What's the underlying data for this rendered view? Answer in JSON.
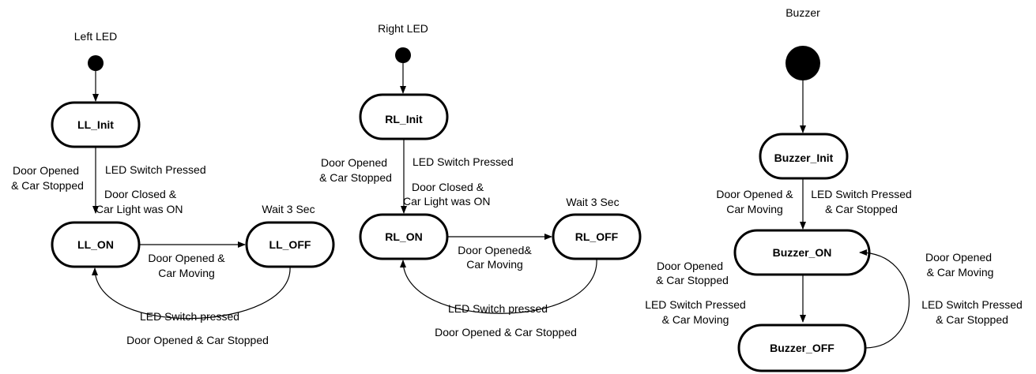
{
  "machines": {
    "left": {
      "title": "Left LED",
      "states": {
        "init": "LL_Init",
        "on": "LL_ON",
        "off": "LL_OFF"
      },
      "labels": {
        "to_init_left": [
          "Door Opened",
          "& Car Stopped"
        ],
        "to_init_right": "LED Switch Pressed",
        "closed": [
          "Door Closed &",
          "Car Light was ON"
        ],
        "wait": "Wait 3 Sec",
        "on_off": [
          "Door Opened &",
          "Car Moving"
        ],
        "back_top": "LED Switch pressed",
        "back_bottom": "Door Opened & Car Stopped"
      }
    },
    "right": {
      "title": "Right LED",
      "states": {
        "init": "RL_Init",
        "on": "RL_ON",
        "off": "RL_OFF"
      },
      "labels": {
        "to_init_left": [
          "Door Opened",
          "& Car Stopped"
        ],
        "to_init_right": "LED Switch Pressed",
        "closed": [
          "Door Closed &",
          "Car Light was ON"
        ],
        "wait": "Wait 3 Sec",
        "on_off": [
          "Door Opened&",
          "Car Moving"
        ],
        "back_top": "LED Switch pressed",
        "back_bottom": "Door Opened & Car Stopped"
      }
    },
    "buzzer": {
      "title": "Buzzer",
      "states": {
        "init": "Buzzer_Init",
        "on": "Buzzer_ON",
        "off": "Buzzer_OFF"
      },
      "labels": {
        "init_left": [
          "Door Opened &",
          "Car Moving"
        ],
        "init_right": [
          "LED Switch Pressed",
          "& Car Stopped"
        ],
        "on_left_top": [
          "Door Opened",
          "& Car Stopped"
        ],
        "on_left_bottom": [
          "LED Switch Pressed",
          "& Car Moving"
        ],
        "right_top": [
          "Door Opened",
          "& Car Moving"
        ],
        "right_bottom": [
          "LED Switch Pressed",
          "& Car Stopped"
        ]
      }
    }
  }
}
